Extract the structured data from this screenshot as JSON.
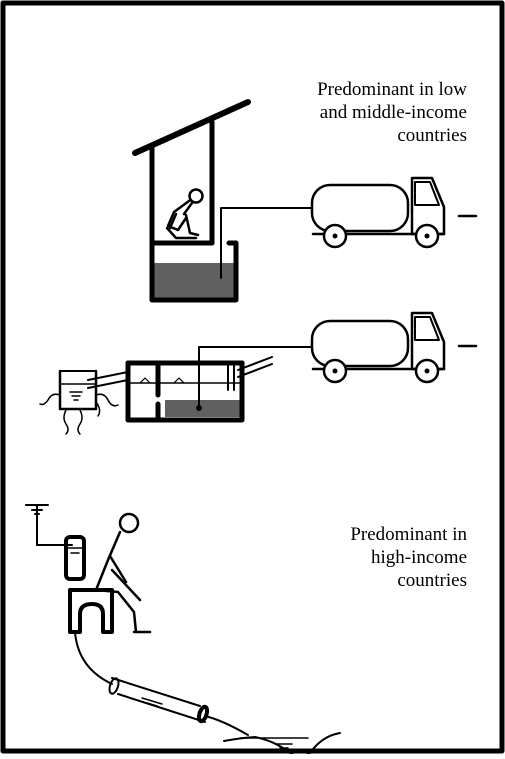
{
  "labels": {
    "low_middle_income": [
      "Predominant in low",
      "and middle-income",
      "countries"
    ],
    "high_income": [
      "Predominant in",
      "high-income",
      "countries"
    ]
  },
  "colors": {
    "ink": "#000000",
    "sludge": "#606060",
    "background": "#ffffff"
  }
}
